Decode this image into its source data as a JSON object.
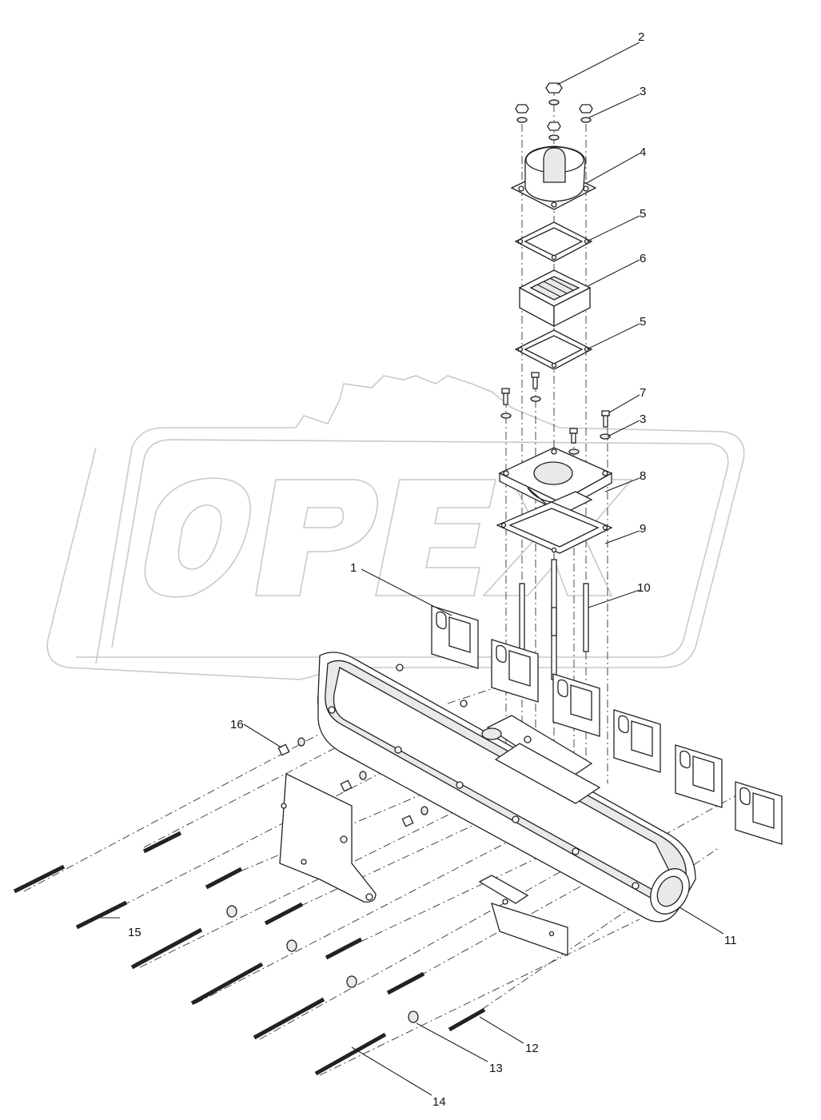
{
  "diagram": {
    "callouts": [
      {
        "id": "c2",
        "label": "2"
      },
      {
        "id": "c3a",
        "label": "3"
      },
      {
        "id": "c4",
        "label": "4"
      },
      {
        "id": "c5a",
        "label": "5"
      },
      {
        "id": "c6",
        "label": "6"
      },
      {
        "id": "c5b",
        "label": "5"
      },
      {
        "id": "c7",
        "label": "7"
      },
      {
        "id": "c3b",
        "label": "3"
      },
      {
        "id": "c8",
        "label": "8"
      },
      {
        "id": "c9",
        "label": "9"
      },
      {
        "id": "c1",
        "label": "1"
      },
      {
        "id": "c10",
        "label": "10"
      },
      {
        "id": "c16",
        "label": "16"
      },
      {
        "id": "c11",
        "label": "11"
      },
      {
        "id": "c15",
        "label": "15"
      },
      {
        "id": "c12",
        "label": "12"
      },
      {
        "id": "c13",
        "label": "13"
      },
      {
        "id": "c14",
        "label": "14"
      }
    ],
    "watermark": "OPEX"
  }
}
